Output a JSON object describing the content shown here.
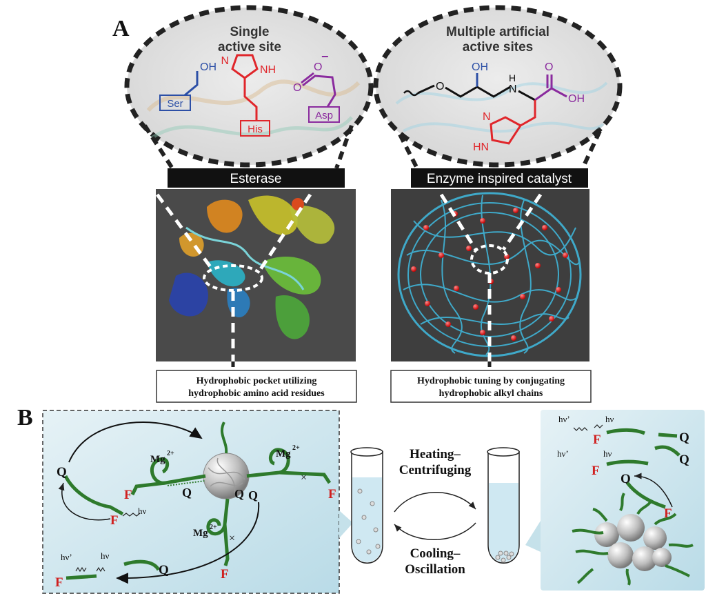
{
  "panel_a": {
    "label": "A",
    "left": {
      "bubble_title_line1": "Single",
      "bubble_title_line2": "active site",
      "residues": [
        "Ser",
        "His",
        "Asp"
      ],
      "atoms": {
        "oh": "OH",
        "n": "N",
        "nh": "NH",
        "o_minus": "O",
        "charge": "−"
      },
      "header": "Esterase",
      "caption_line1": "Hydrophobic pocket utilizing",
      "caption_line2": "hydrophobic amino acid residues"
    },
    "right": {
      "bubble_title_line1": "Multiple artificial",
      "bubble_title_line2": "active sites",
      "atoms": {
        "o": "O",
        "oh": "OH",
        "h": "H",
        "n": "N",
        "o_carbonyl": "O",
        "oh_acid": "OH",
        "n_ring": "N",
        "hn": "HN"
      },
      "header": "Enzyme inspired catalyst",
      "caption_line1": "Hydrophobic tuning by conjugating",
      "caption_line2": "hydrophobic alkyl chains"
    }
  },
  "panel_b": {
    "label": "B",
    "forward_line1": "Heating–",
    "forward_line2": "Centrifuging",
    "reverse_line1": "Cooling–",
    "reverse_line2": "Oscillation",
    "labels": {
      "quencher": "Q",
      "fluorophore": "F",
      "mg": "Mg",
      "mg_charge": "2+",
      "hv": "hν",
      "hv_prime": "hν’"
    }
  },
  "colors": {
    "serine_blue": "#2c4fa6",
    "histidine_red": "#e0262b",
    "aspartate_purple": "#8a2b9e",
    "dna_green": "#2e7a2c",
    "fluorophore_red": "#d0201f",
    "header_black": "#111111",
    "panel_blue": "#c9e3ec",
    "network_cyan": "#3fa9c9"
  }
}
